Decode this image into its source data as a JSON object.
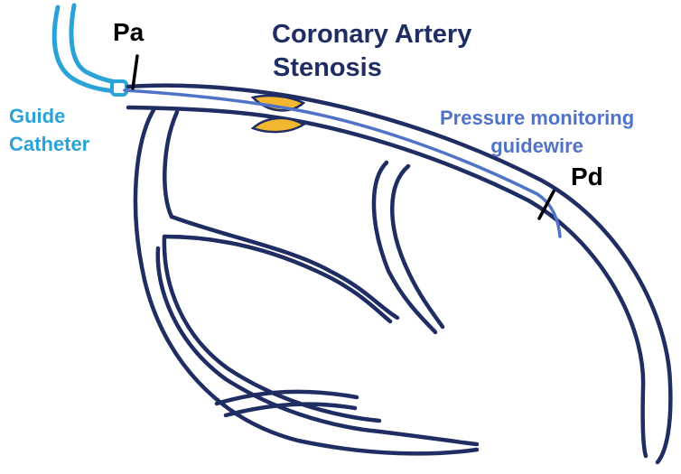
{
  "title": {
    "line1": "Coronary Artery",
    "line2": "Stenosis"
  },
  "labels": {
    "pa": "Pa",
    "pd": "Pd",
    "guide_catheter": {
      "line1": "Guide",
      "line2": "Catheter"
    },
    "guidewire": {
      "line1": "Pressure monitoring",
      "line2": "guidewire"
    }
  },
  "colors": {
    "vessel": "#1f2d63",
    "catheter": "#29a3d8",
    "guidewire": "#5173c7",
    "plaque": "#f2b630",
    "marker": "#000000"
  }
}
